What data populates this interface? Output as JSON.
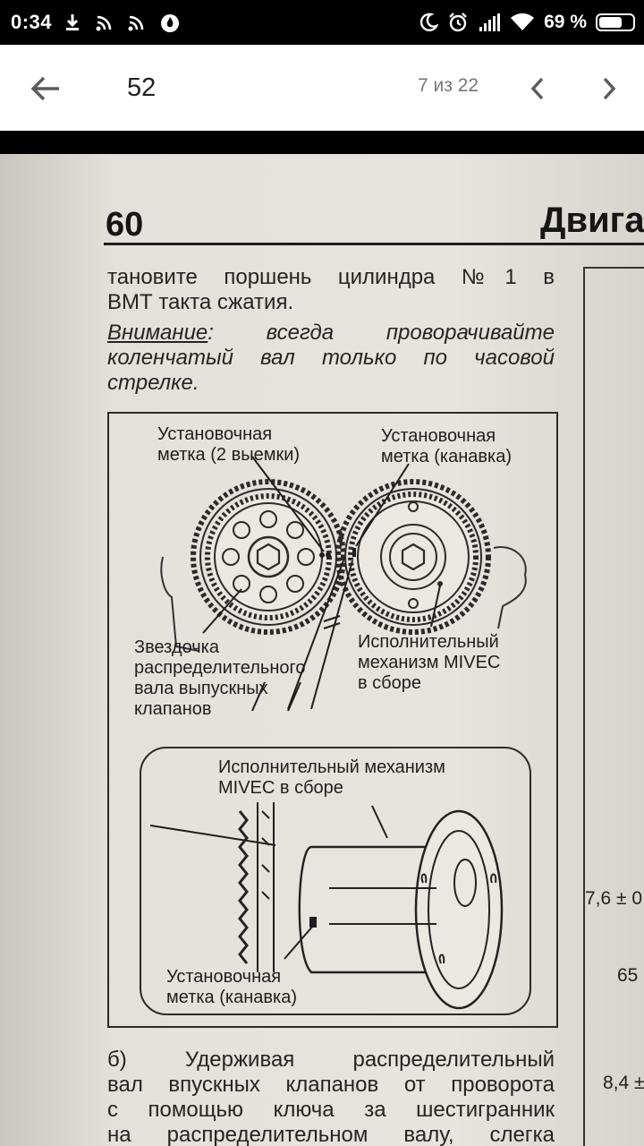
{
  "status_bar": {
    "time": "0:34",
    "battery": "69 %",
    "battery_level": 0.69,
    "icons": [
      "download-icon",
      "cast-icon",
      "cast-icon",
      "flame-app-icon",
      "night-mode-icon",
      "alarm-icon",
      "signal-icon",
      "wifi-icon",
      "battery-icon"
    ]
  },
  "toolbar": {
    "search_query": "52",
    "match_count": "7 из 22",
    "icons": [
      "arrow-left-icon",
      "chevron-left-icon",
      "chevron-right-icon"
    ]
  },
  "page": {
    "page_number": "60",
    "chapter_title": "Двига",
    "intro_lines": [
      "тановите поршень цилиндра №1 в",
      "ВМТ такта сжатия."
    ],
    "warning_label": "Внимание",
    "warning_lines": [
      ": всегда проворачивайте",
      "коленчатый вал только по часовой",
      "стрелке."
    ],
    "figure": {
      "label_mark_notches": [
        "Установочная",
        "метка (2 выемки)"
      ],
      "label_mark_groove": [
        "Установочная",
        "метка (канавка)"
      ],
      "label_sprocket": [
        "Звездочка",
        "распределительного",
        "вала выпускных",
        "клапанов"
      ],
      "label_mivec": [
        "Исполнительный",
        "механизм MIVEC",
        "в сборе"
      ],
      "label_detail_mivec": [
        "Исполнительный механизм",
        "MIVEC в сборе"
      ],
      "label_detail_groove": [
        "Установочная",
        "метка (канавка)"
      ]
    },
    "step_lines": [
      "б) Удерживая распределительный",
      "вал впускных клапанов от проворота",
      "с помощью ключа за шестигранник",
      "на распределительном валу, слегка"
    ],
    "side_values": [
      "7,6 ± 0",
      "65",
      "8,4 ±"
    ]
  },
  "colors": {
    "status_bg": "#000000",
    "toolbar_bg": "#ffffff",
    "page_bg": "#e4e1da",
    "ink": "#1e1e1e"
  }
}
